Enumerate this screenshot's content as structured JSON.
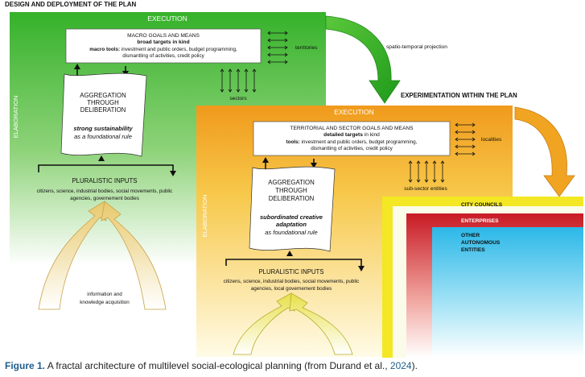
{
  "top": {
    "title": "DESIGN AND DEPLOYMENT OF THE PLAN",
    "execution": "EXECUTION",
    "elaboration": "ELABORATION",
    "macro_box": {
      "line1": "MACRO GOALS AND MEANS",
      "line2": "broad targets in kind",
      "line3_bold": "macro tools:",
      "line3_rest": " investment and public orders, budget programming,",
      "line4": "dismantling of activities, credit policy"
    },
    "territories": "territories",
    "sectors": "sectors",
    "aggregation": [
      "AGGREGATION",
      "THROUGH",
      "DELIBERATION"
    ],
    "sustain": [
      "strong sustainability",
      "as a foundational rule"
    ],
    "pluralistic": "PLURALISTIC INPUTS",
    "inputs": [
      "citizens, science, industrial bodies, social movements, public",
      "agencies, governement bodies"
    ],
    "info": [
      "information and",
      "knowledge acquisition"
    ]
  },
  "projection_label": "spatio-temporal projection",
  "experimentation_title": "EXPERIMENTATION WITHIN THE PLAN",
  "mid": {
    "execution": "EXECUTION",
    "elaboration": "ELABORATION",
    "goals_box": {
      "line1": "TERRITORIAL AND SECTOR GOALS AND MEANS",
      "line2_bold": "detailed targets",
      "line2_rest": " in kind",
      "line3_bold": "tools:",
      "line3_rest": " investment and public orders, budget programming,",
      "line4": "dismantling of activities, credit policy"
    },
    "localities": "localities",
    "subsector": "sub-sector entities",
    "aggregation": [
      "AGGREGATION",
      "THROUGH",
      "DELIBERATION"
    ],
    "subordinated": [
      "subordinated creative",
      "adaptation"
    ],
    "foundational": "as foundational rule",
    "pluralistic": "PLURALISTIC INPUTS",
    "inputs": [
      "citizens, science, industrial bodies, social movements, public",
      "agencies, local governement bodies"
    ]
  },
  "levels": {
    "city_councils": "CITY COUNCILS",
    "enterprises": "ENTERPRISES",
    "other": [
      "OTHER",
      "AUTONOMOUS",
      "ENTITIES"
    ]
  },
  "caption": {
    "label": "Figure 1.",
    "text_before": " A fractal architecture of multilevel social-ecological planning (from Durand et al., ",
    "year": "2024",
    "text_after": ")."
  },
  "colors": {
    "green": "#3fb62e",
    "orange": "#f0a422",
    "yellow": "#f3e823",
    "red": "#c81a24",
    "cyan": "#2bb8e8",
    "caption_blue": "#1f5d8c"
  }
}
